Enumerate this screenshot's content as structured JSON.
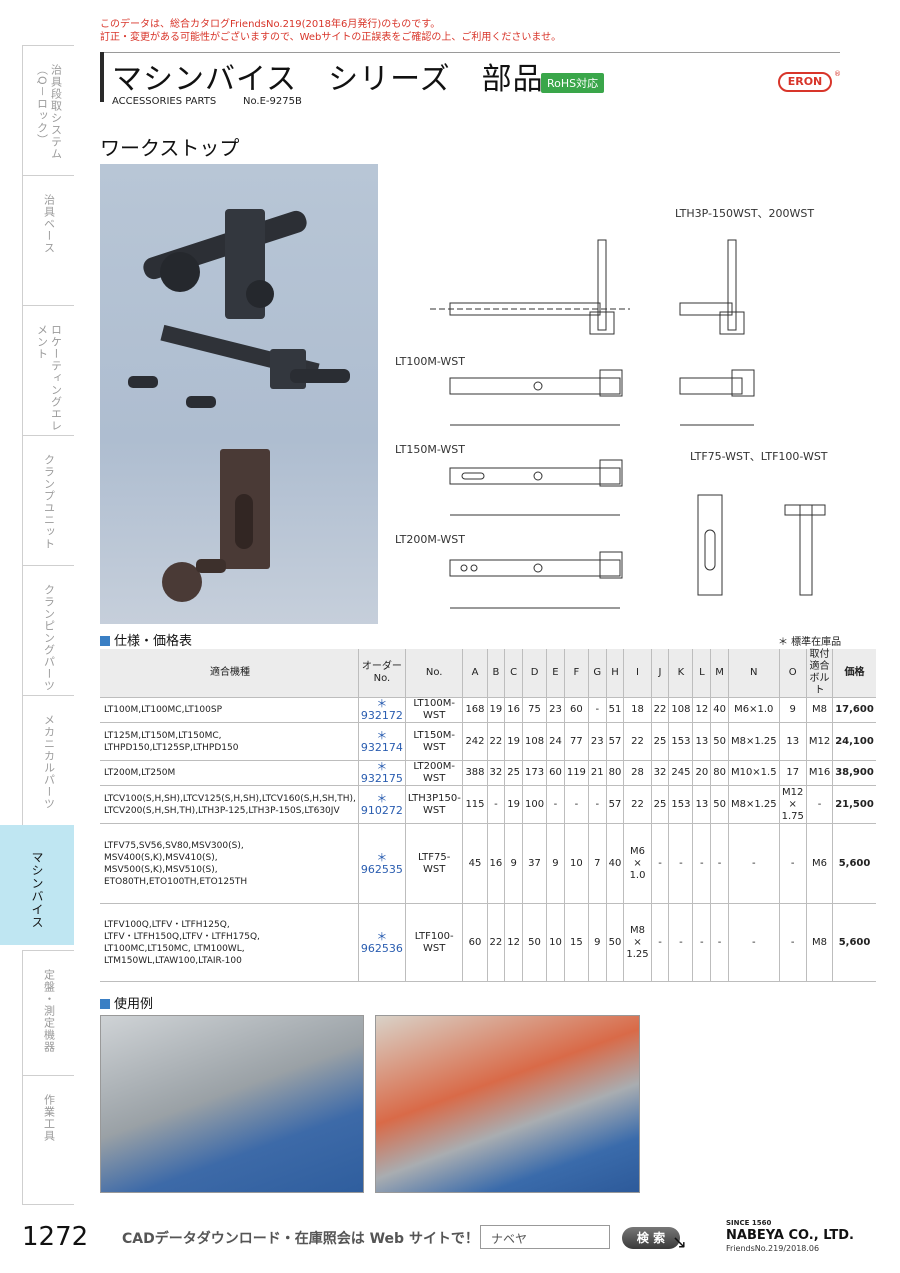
{
  "notice": {
    "line1": "このデータは、総合カタログFriendsNo.219(2018年6月発行)のものです。",
    "line2": "訂正・変更がある可能性がございますので、Webサイトの正誤表をご確認の上、ご利用くださいませ。"
  },
  "sidebar": {
    "items": [
      {
        "label": "治具段取システム（Q－ロック）"
      },
      {
        "label": "治具ベース"
      },
      {
        "label": "ロケーティングエレメント"
      },
      {
        "label": "クランプユニット"
      },
      {
        "label": "クランピングパーツ"
      },
      {
        "label": "メカニカルパーツ"
      },
      {
        "label": "マシンバイス"
      },
      {
        "label": "定盤・測定機器"
      },
      {
        "label": "作業工具"
      }
    ]
  },
  "header": {
    "title": "マシンバイス　シリーズ　部品",
    "rohs": "RoHS対応",
    "subtitle": "ACCESSORIES PARTS",
    "catalog_no": "No.E-9275B",
    "brand": "ERON",
    "brand_mark": "®"
  },
  "section_title": "ワークストップ",
  "diagram_labels": {
    "lth3p": "LTH3P-150WST、200WST",
    "lt100": "LT100M-WST",
    "lt150": "LT150M-WST",
    "lt200": "LT200M-WST",
    "ltf": "LTF75-WST、LTF100-WST"
  },
  "spec": {
    "heading": "仕様・価格表",
    "stock_note": "＊ 標準在庫品",
    "headers": [
      "適合機種",
      "オーダーNo.",
      "No.",
      "A",
      "B",
      "C",
      "D",
      "E",
      "F",
      "G",
      "H",
      "I",
      "J",
      "K",
      "L",
      "M",
      "N",
      "O",
      "取付適合ボルト",
      "価格"
    ],
    "rows": [
      {
        "machine": "LT100M,LT100MC,LT100SP",
        "order": "＊932172",
        "no": "LT100M-WST",
        "A": "168",
        "B": "19",
        "C": "16",
        "D": "75",
        "E": "23",
        "F": "60",
        "G": "-",
        "H": "51",
        "I": "18",
        "J": "22",
        "K": "108",
        "L": "12",
        "M": "40",
        "N": "M6×1.0",
        "O": "9",
        "bolt": "M8",
        "price": "17,600"
      },
      {
        "machine": "LT125M,LT150M,LT150MC,\nLTHPD150,LT125SP,LTHPD150",
        "order": "＊932174",
        "no": "LT150M-WST",
        "A": "242",
        "B": "22",
        "C": "19",
        "D": "108",
        "E": "24",
        "F": "77",
        "G": "23",
        "H": "57",
        "I": "22",
        "J": "25",
        "K": "153",
        "L": "13",
        "M": "50",
        "N": "M8×1.25",
        "O": "13",
        "bolt": "M12",
        "price": "24,100"
      },
      {
        "machine": "LT200M,LT250M",
        "order": "＊932175",
        "no": "LT200M-WST",
        "A": "388",
        "B": "32",
        "C": "25",
        "D": "173",
        "E": "60",
        "F": "119",
        "G": "21",
        "H": "80",
        "I": "28",
        "J": "32",
        "K": "245",
        "L": "20",
        "M": "80",
        "N": "M10×1.5",
        "O": "17",
        "bolt": "M16",
        "price": "38,900"
      },
      {
        "machine": "LTCV100(S,H,SH),LTCV125(S,H,SH),LTCV160(S,H,SH,TH),\nLTCV200(S,H,SH,TH),LTH3P-125,LTH3P-150S,LT630JV",
        "order": "＊910272",
        "no": "LTH3P150-WST",
        "A": "115",
        "B": "-",
        "C": "19",
        "D": "100",
        "E": "-",
        "F": "-",
        "G": "-",
        "H": "57",
        "I": "22",
        "J": "25",
        "K": "153",
        "L": "13",
        "M": "50",
        "N": "M8×1.25",
        "O": "M12\n×\n1.75",
        "bolt": "-",
        "price": "21,500"
      },
      {
        "machine": "LTFV75,SV56,SV80,MSV300(S),\nMSV400(S,K),MSV410(S),\nMSV500(S,K),MSV510(S),\nETO80TH,ETO100TH,ETO125TH",
        "order": "＊962535",
        "no": "LTF75-WST",
        "A": "45",
        "B": "16",
        "C": "9",
        "D": "37",
        "E": "9",
        "F": "10",
        "G": "7",
        "H": "40",
        "I": "M6\n×\n1.0",
        "J": "-",
        "K": "-",
        "L": "-",
        "M": "-",
        "N": "-",
        "O": "-",
        "bolt": "M6",
        "price": "5,600"
      },
      {
        "machine": "LTFV100Q,LTFV・LTFH125Q,\nLTFV・LTFH150Q,LTFV・LTFH175Q,\nLT100MC,LT150MC, LTM100WL,\nLTM150WL,LTAW100,LTAIR-100",
        "order": "＊962536",
        "no": "LTF100-WST",
        "A": "60",
        "B": "22",
        "C": "12",
        "D": "50",
        "E": "10",
        "F": "15",
        "G": "9",
        "H": "50",
        "I": "M8\n×\n1.25",
        "J": "-",
        "K": "-",
        "L": "-",
        "M": "-",
        "N": "-",
        "O": "-",
        "bolt": "M8",
        "price": "5,600"
      }
    ]
  },
  "usage": {
    "heading": "使用例"
  },
  "footer": {
    "page_number": "1272",
    "cad_text": "CADデータダウンロード・在庫照会は Web サイトで！",
    "search_value": "ナベヤ",
    "search_button": "検 索",
    "since": "SINCE 1560",
    "company": "NABEYA CO., LTD.",
    "friends": "FriendsNo.219/2018.06"
  }
}
